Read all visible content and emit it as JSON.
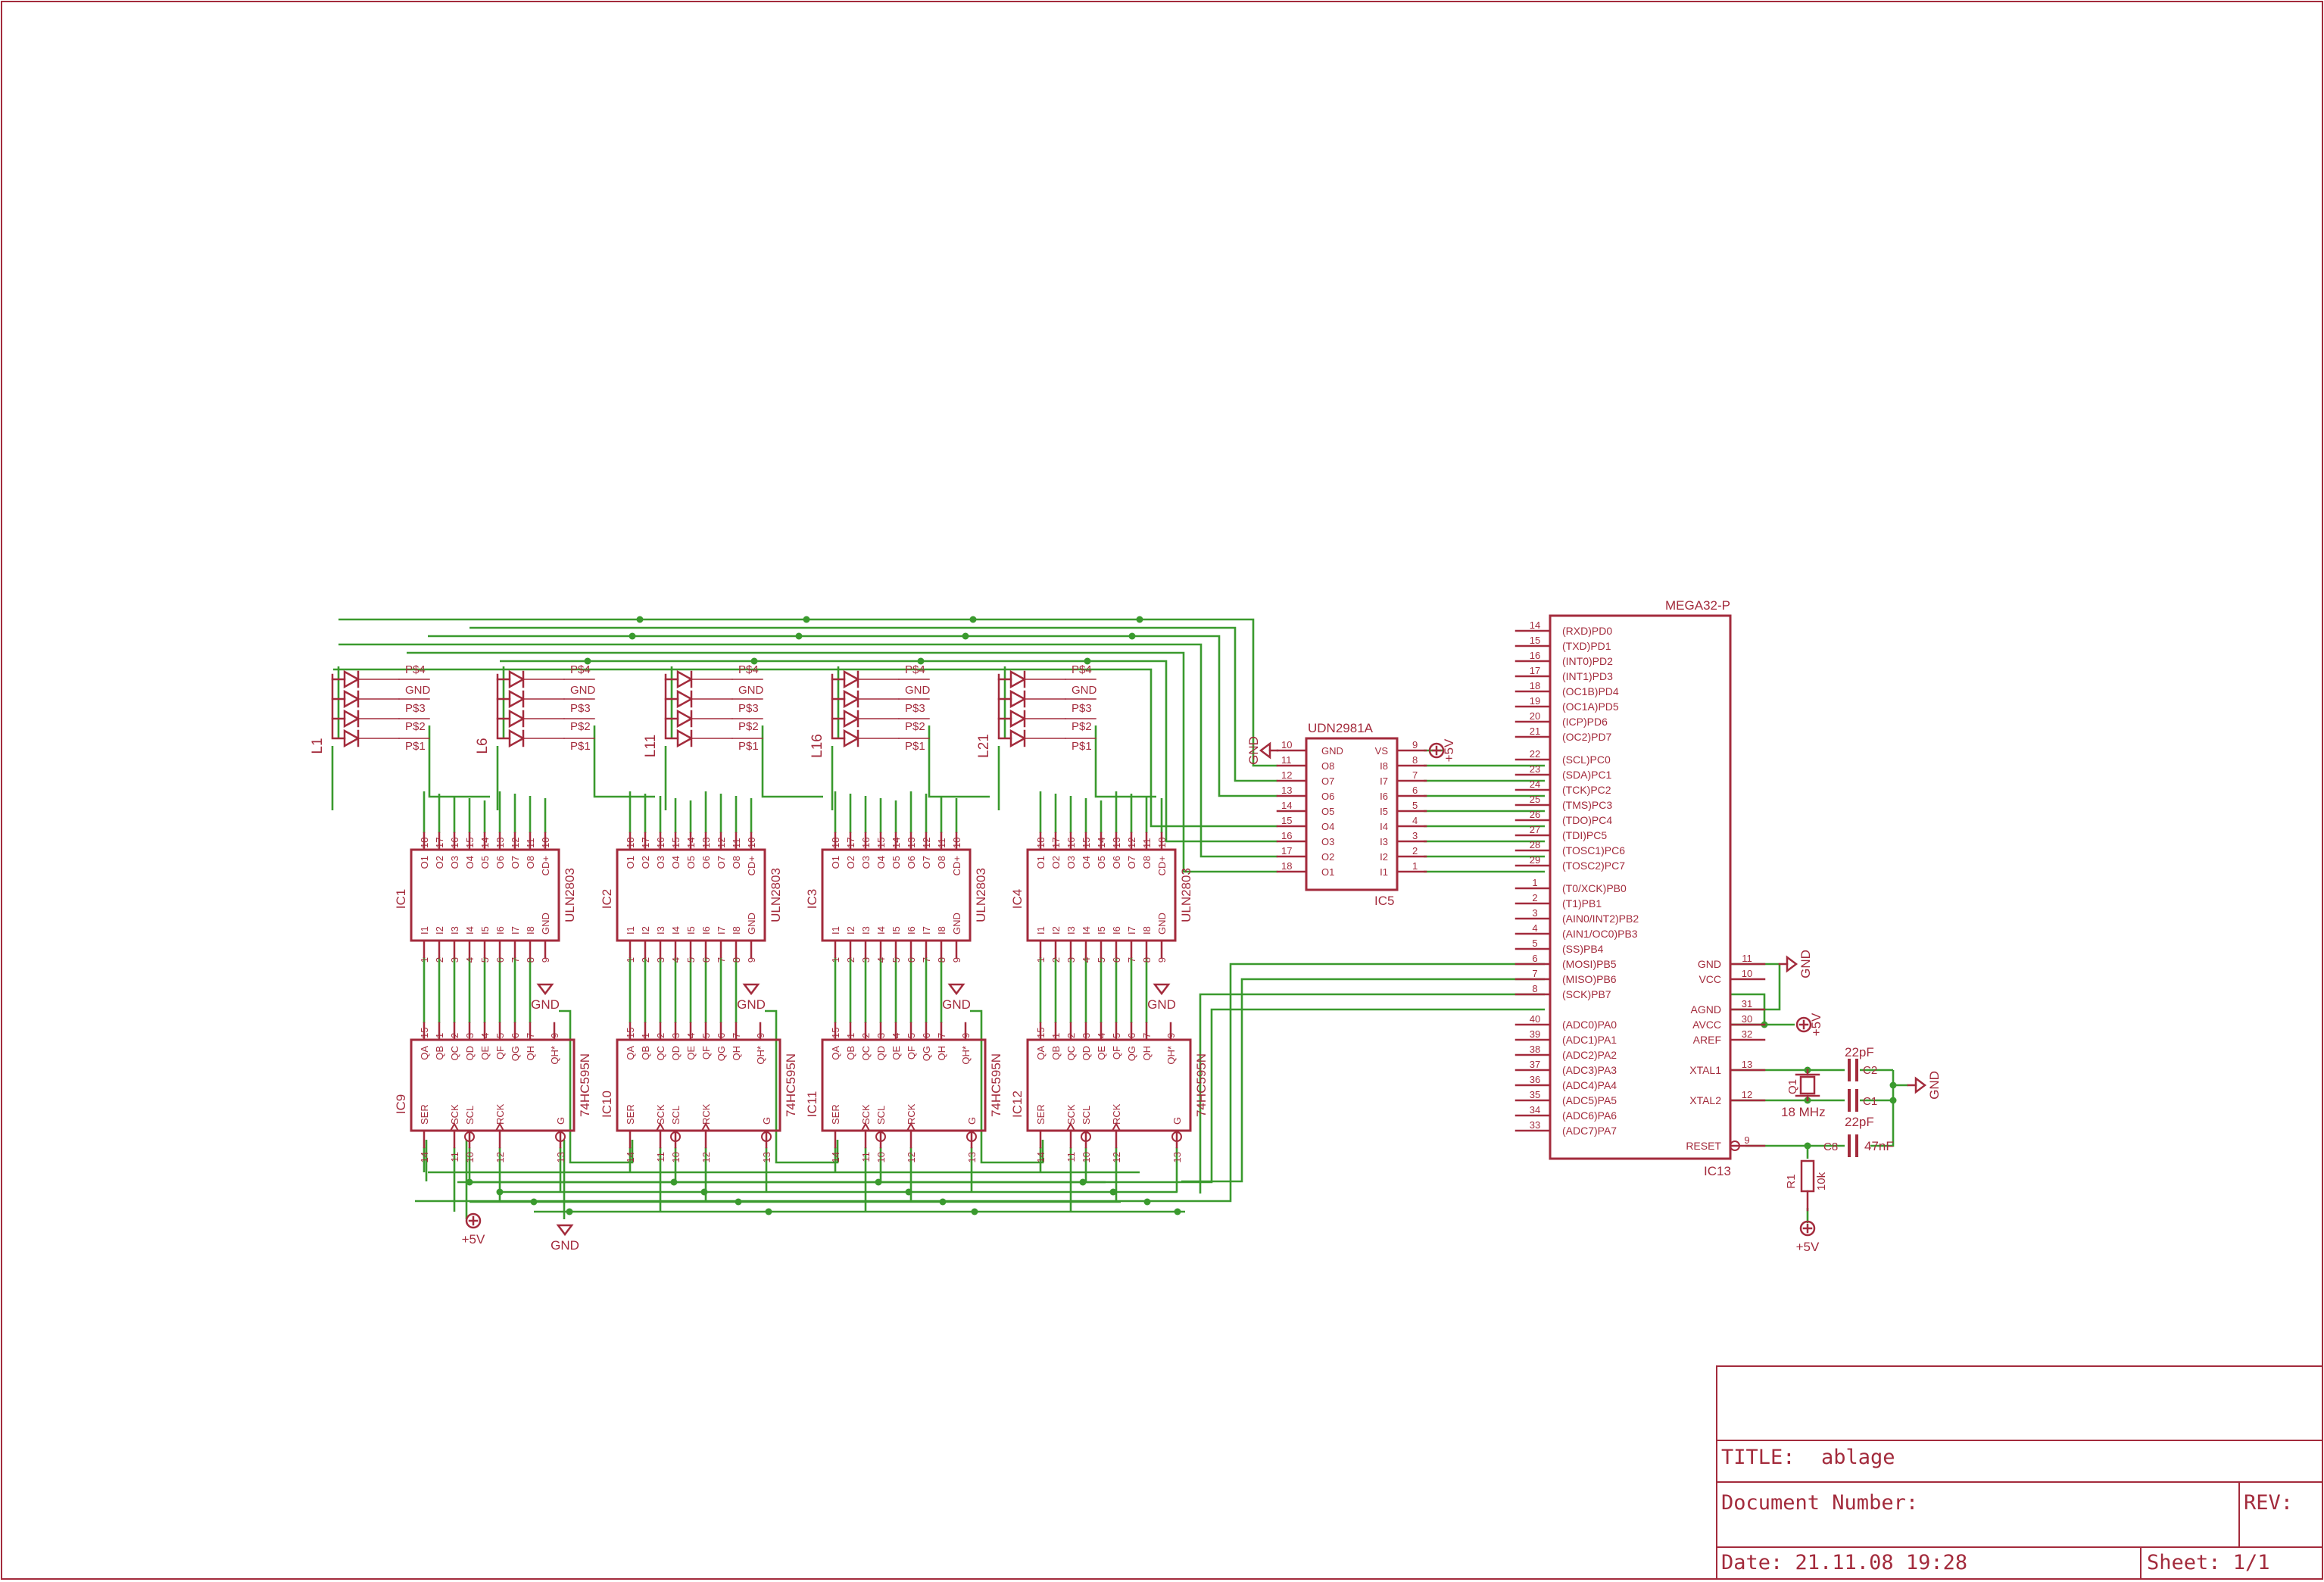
{
  "colors": {
    "part": "#a32b3c",
    "wire": "#3a9a2e",
    "text": "#a32b3c",
    "pin": "#a32b3c",
    "junction": "#3a9a2e"
  },
  "title_block": {
    "title_label": "TITLE:",
    "title_value": "ablage",
    "doc_number_label": "Document Number:",
    "rev_label": "REV:",
    "date_label": "Date: 21.11.08 19:28",
    "sheet_label": "Sheet: 1/1"
  },
  "parts": {
    "mcu": {
      "name": "MEGA32-P",
      "ref": "IC13",
      "left_pins": [
        {
          "num": "14",
          "label": "(RXD)PD0"
        },
        {
          "num": "15",
          "label": "(TXD)PD1"
        },
        {
          "num": "16",
          "label": "(INT0)PD2"
        },
        {
          "num": "17",
          "label": "(INT1)PD3"
        },
        {
          "num": "18",
          "label": "(OC1B)PD4"
        },
        {
          "num": "19",
          "label": "(OC1A)PD5"
        },
        {
          "num": "20",
          "label": "(ICP)PD6"
        },
        {
          "num": "21",
          "label": "(OC2)PD7"
        },
        {
          "num": "22",
          "label": "(SCL)PC0"
        },
        {
          "num": "23",
          "label": "(SDA)PC1"
        },
        {
          "num": "24",
          "label": "(TCK)PC2"
        },
        {
          "num": "25",
          "label": "(TMS)PC3"
        },
        {
          "num": "26",
          "label": "(TDO)PC4"
        },
        {
          "num": "27",
          "label": "(TDI)PC5"
        },
        {
          "num": "28",
          "label": "(TOSC1)PC6"
        },
        {
          "num": "29",
          "label": "(TOSC2)PC7"
        },
        {
          "num": "1",
          "label": "(T0/XCK)PB0"
        },
        {
          "num": "2",
          "label": "(T1)PB1"
        },
        {
          "num": "3",
          "label": "(AIN0/INT2)PB2"
        },
        {
          "num": "4",
          "label": "(AIN1/OC0)PB3"
        },
        {
          "num": "5",
          "label": "(SS)PB4"
        },
        {
          "num": "6",
          "label": "(MOSI)PB5"
        },
        {
          "num": "7",
          "label": "(MISO)PB6"
        },
        {
          "num": "8",
          "label": "(SCK)PB7"
        },
        {
          "num": "40",
          "label": "(ADC0)PA0"
        },
        {
          "num": "39",
          "label": "(ADC1)PA1"
        },
        {
          "num": "38",
          "label": "(ADC2)PA2"
        },
        {
          "num": "37",
          "label": "(ADC3)PA3"
        },
        {
          "num": "36",
          "label": "(ADC4)PA4"
        },
        {
          "num": "35",
          "label": "(ADC5)PA5"
        },
        {
          "num": "34",
          "label": "(ADC6)PA6"
        },
        {
          "num": "33",
          "label": "(ADC7)PA7"
        }
      ],
      "right_pins": [
        {
          "num": "11",
          "label": "GND"
        },
        {
          "num": "10",
          "label": "VCC"
        },
        {
          "num": "31",
          "label": "AGND"
        },
        {
          "num": "30",
          "label": "AVCC"
        },
        {
          "num": "32",
          "label": "AREF"
        },
        {
          "num": "13",
          "label": "XTAL1"
        },
        {
          "num": "12",
          "label": "XTAL2"
        },
        {
          "num": "9",
          "label": "RESET"
        }
      ]
    },
    "udn": {
      "name": "UDN2981A",
      "ref": "IC5",
      "left_pins": [
        {
          "num": "10",
          "label": "GND"
        },
        {
          "num": "11",
          "label": "O8"
        },
        {
          "num": "12",
          "label": "O7"
        },
        {
          "num": "13",
          "label": "O6"
        },
        {
          "num": "14",
          "label": "O5"
        },
        {
          "num": "15",
          "label": "O4"
        },
        {
          "num": "16",
          "label": "O3"
        },
        {
          "num": "17",
          "label": "O2"
        },
        {
          "num": "18",
          "label": "O1"
        }
      ],
      "right_pins": [
        {
          "num": "9",
          "label": "VS"
        },
        {
          "num": "8",
          "label": "I8"
        },
        {
          "num": "7",
          "label": "I7"
        },
        {
          "num": "6",
          "label": "I6"
        },
        {
          "num": "5",
          "label": "I5"
        },
        {
          "num": "4",
          "label": "I4"
        },
        {
          "num": "3",
          "label": "I3"
        },
        {
          "num": "2",
          "label": "I2"
        },
        {
          "num": "1",
          "label": "I1"
        }
      ]
    },
    "uln": {
      "name": "ULN2803",
      "refs": [
        "IC1",
        "IC2",
        "IC3",
        "IC4"
      ],
      "top_pins": [
        "18",
        "17",
        "16",
        "15",
        "14",
        "13",
        "12",
        "11",
        "10"
      ],
      "top_labels": [
        "O1",
        "O2",
        "O3",
        "O4",
        "O5",
        "O6",
        "O7",
        "O8",
        "CD+"
      ],
      "bottom_pins": [
        "1",
        "2",
        "3",
        "4",
        "5",
        "6",
        "7",
        "8",
        "9"
      ],
      "bottom_labels": [
        "I1",
        "I2",
        "I3",
        "I4",
        "I5",
        "I6",
        "I7",
        "I8",
        "GND"
      ]
    },
    "sr": {
      "name": "74HC595N",
      "refs": [
        "IC9",
        "IC10",
        "IC11",
        "IC12"
      ],
      "top_pins": [
        "15",
        "1",
        "2",
        "3",
        "4",
        "5",
        "6",
        "7",
        "9"
      ],
      "top_labels": [
        "QA",
        "QB",
        "QC",
        "QD",
        "QE",
        "QF",
        "QG",
        "QH",
        "QH*"
      ],
      "bottom_pins": [
        "14",
        "11",
        "10",
        "12",
        "13"
      ],
      "bottom_labels": [
        "SER",
        "SCK",
        "SCL",
        "RCK",
        "G"
      ]
    },
    "leds": {
      "refs": [
        "L1",
        "L6",
        "L11",
        "L16",
        "L21"
      ],
      "pad_labels": [
        "P$4",
        "GND",
        "P$3",
        "P$2",
        "P$1"
      ]
    },
    "crystal": {
      "ref": "Q1",
      "value": "18 MHz"
    },
    "c1": {
      "ref": "C1",
      "value": "22pF"
    },
    "c2": {
      "ref": "C2",
      "value": "22pF"
    },
    "c8": {
      "ref": "C8",
      "value": "47nF"
    },
    "r1": {
      "ref": "R1",
      "value": "10k"
    }
  },
  "supplies": {
    "gnd": "GND",
    "vcc": "+5V"
  }
}
